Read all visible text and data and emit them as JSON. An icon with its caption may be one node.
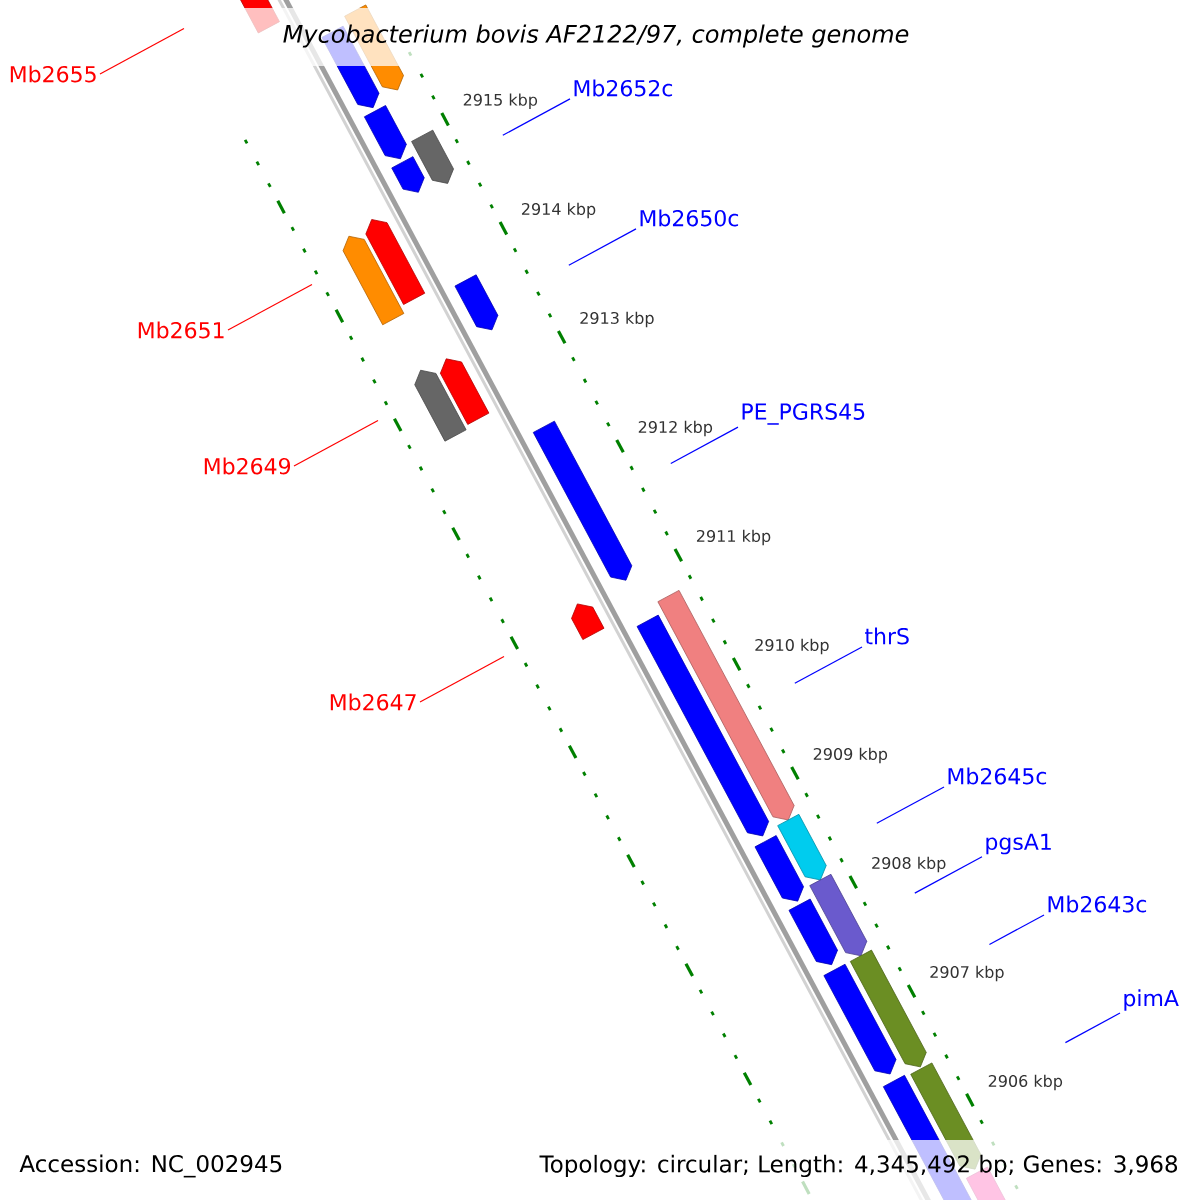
{
  "diagram": {
    "title": "Mycobacterium bovis AF2122/97, complete genome",
    "nodes": [
      {
        "text": [
          "Mb2655"
        ]
      },
      {
        "text": [
          "Mb2652c"
        ]
      },
      {
        "text": [
          "Mb2650c"
        ]
      },
      {
        "text": [
          "Mb2651"
        ]
      },
      {
        "text": [
          "PE_PGRS45"
        ]
      },
      {
        "text": [
          "Mb2649"
        ]
      },
      {
        "text": [
          "thrS"
        ]
      },
      {
        "text": [
          "Mb2647"
        ]
      },
      {
        "text": [
          "Mb2645c"
        ]
      },
      {
        "text": [
          "pgsA1"
        ]
      },
      {
        "text": [
          "Mb2643c"
        ]
      },
      {
        "text": [
          "pimA"
        ]
      }
    ],
    "edges": [
      {
        "from": 0,
        "to": null,
        "arrow": "none",
        "color": "#ff0000"
      },
      {
        "from": 1,
        "to": null,
        "arrow": "none"
      },
      {
        "from": 2,
        "to": null,
        "arrow": "none"
      },
      {
        "from": 3,
        "to": null,
        "arrow": "none",
        "color": "#ff0000"
      },
      {
        "from": 4,
        "to": null,
        "arrow": "none"
      },
      {
        "from": 5,
        "to": null,
        "arrow": "none",
        "color": "#ff0000"
      },
      {
        "from": 6,
        "to": null,
        "arrow": "none"
      },
      {
        "from": 7,
        "to": null,
        "arrow": "none",
        "color": "#ff0000"
      },
      {
        "from": 8,
        "to": null,
        "arrow": "none"
      },
      {
        "from": 9,
        "to": null,
        "arrow": "none"
      },
      {
        "from": 10,
        "to": null,
        "arrow": "none"
      },
      {
        "from": 11,
        "to": null,
        "arrow": "none"
      }
    ],
    "labels": [
      "2915 kbp",
      "2914 kbp",
      "2913 kbp",
      "2912 kbp",
      "2911 kbp",
      "2910 kbp",
      "2909 kbp",
      "2908 kbp",
      "2907 kbp",
      "2906 kbp",
      "Accession: NC_002945",
      "Topology: circular; Length: 4,345,492 bp; Genes: 3,968"
    ]
  }
}
